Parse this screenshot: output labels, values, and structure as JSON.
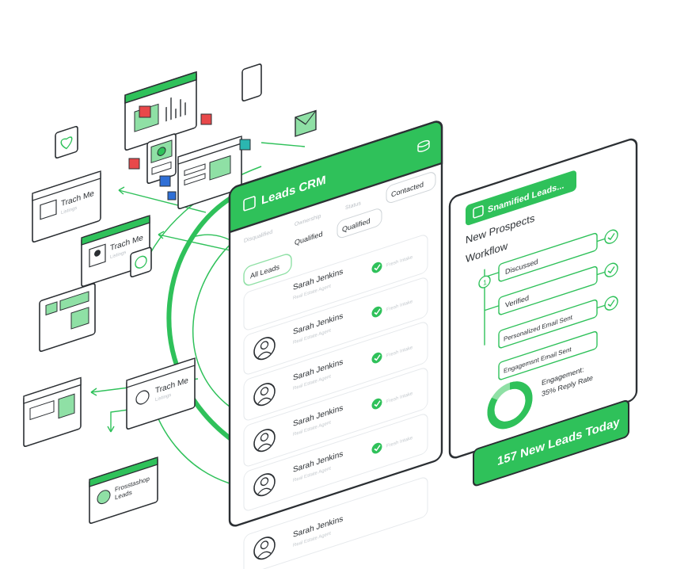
{
  "crm": {
    "title": "Leads CRM",
    "filters": {
      "disqualified": "Disqualified",
      "ownership": "Ownership",
      "status": "Status",
      "contacted": "Contacted",
      "qualified": "Qualified",
      "qualified_alt": "Qualified",
      "all_leads": "All Leads"
    },
    "status_labels": [
      "Fresh Intake",
      "Fresh Intake",
      "Fresh Intake",
      "Fresh Intake",
      "Fresh Intake"
    ],
    "leads": [
      {
        "name": "Sarah Jenkins",
        "role": "Real Estate Agent"
      },
      {
        "name": "Sarah Jenkins",
        "role": "Real Estate Agent"
      },
      {
        "name": "Sarah Jenkins",
        "role": "Real Estate Agent"
      },
      {
        "name": "Sarah Jenkins",
        "role": "Real Estate Agent"
      },
      {
        "name": "Sarah Jenkins",
        "role": "Real Estate Agent"
      },
      {
        "name": "Sarah Jenkins",
        "role": "Real Estate Agent"
      }
    ]
  },
  "workflow_panel": {
    "tab": "Snamified Leads...",
    "heading": "New Prospects",
    "subheading": "Workflow",
    "step_marker": "1",
    "steps": [
      "Discussed",
      "Verified",
      "Personalized Email Sent",
      "Engagemsnt Email Sent"
    ],
    "engagement_label": "Engagement:",
    "engagement_value": "35% Reply Rate",
    "engagement_fraction": 0.85,
    "banner": "157 New Leads Today"
  },
  "floating_cards": [
    {
      "title": "Trach Me",
      "subtitle": "Listings"
    },
    {
      "title": "Trach Me",
      "subtitle": "Listings"
    },
    {
      "title": "Trach Me",
      "subtitle": "Listings"
    },
    {
      "title": "Frosstashop",
      "subtitle": "Leads"
    }
  ],
  "colors": {
    "brand_green": "#2fc15a",
    "light_green": "#8fe0a5",
    "ink": "#2b2f33",
    "cube_red": "#e8484a",
    "cube_blue": "#2f6fd6",
    "cube_teal": "#2bb6b0"
  }
}
